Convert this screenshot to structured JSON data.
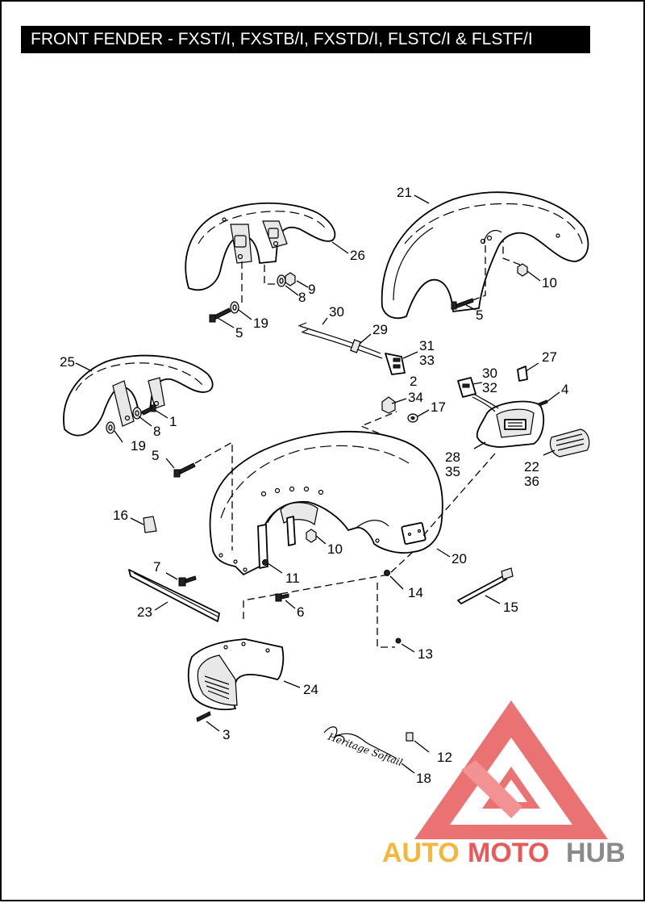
{
  "title": "FRONT FENDER - FXST/I, FXSTB/I, FXSTD/I, FLSTC/I & FLSTF/I",
  "callouts": [
    {
      "id": "21",
      "label": "21"
    },
    {
      "id": "26",
      "label": "26"
    },
    {
      "id": "10a",
      "label": "10"
    },
    {
      "id": "9",
      "label": "9"
    },
    {
      "id": "8a",
      "label": "8"
    },
    {
      "id": "19a",
      "label": "19"
    },
    {
      "id": "5a",
      "label": "5"
    },
    {
      "id": "5b",
      "label": "5"
    },
    {
      "id": "30a",
      "label": "30"
    },
    {
      "id": "29",
      "label": "29"
    },
    {
      "id": "31",
      "label": "31"
    },
    {
      "id": "33",
      "label": "33"
    },
    {
      "id": "25",
      "label": "25"
    },
    {
      "id": "1",
      "label": "1"
    },
    {
      "id": "8b",
      "label": "8"
    },
    {
      "id": "19b",
      "label": "19"
    },
    {
      "id": "2",
      "label": "2"
    },
    {
      "id": "34",
      "label": "34"
    },
    {
      "id": "17",
      "label": "17"
    },
    {
      "id": "30b",
      "label": "30"
    },
    {
      "id": "32",
      "label": "32"
    },
    {
      "id": "27",
      "label": "27"
    },
    {
      "id": "4",
      "label": "4"
    },
    {
      "id": "5c",
      "label": "5"
    },
    {
      "id": "28",
      "label": "28"
    },
    {
      "id": "35",
      "label": "35"
    },
    {
      "id": "22",
      "label": "22"
    },
    {
      "id": "36",
      "label": "36"
    },
    {
      "id": "16",
      "label": "16"
    },
    {
      "id": "10b",
      "label": "10"
    },
    {
      "id": "20",
      "label": "20"
    },
    {
      "id": "7",
      "label": "7"
    },
    {
      "id": "11",
      "label": "11"
    },
    {
      "id": "14",
      "label": "14"
    },
    {
      "id": "23",
      "label": "23"
    },
    {
      "id": "6",
      "label": "6"
    },
    {
      "id": "15",
      "label": "15"
    },
    {
      "id": "13",
      "label": "13"
    },
    {
      "id": "24",
      "label": "24"
    },
    {
      "id": "3",
      "label": "3"
    },
    {
      "id": "12",
      "label": "12"
    },
    {
      "id": "18",
      "label": "18"
    }
  ],
  "signature": "Heritage Softail",
  "watermark": {
    "brand_part1": "AUTO",
    "brand_part2": "MOTO",
    "brand_part3": "HUB",
    "color_orange": "#f6b63a",
    "color_red": "#e85a5a",
    "color_grey": "#8a8a8a"
  }
}
